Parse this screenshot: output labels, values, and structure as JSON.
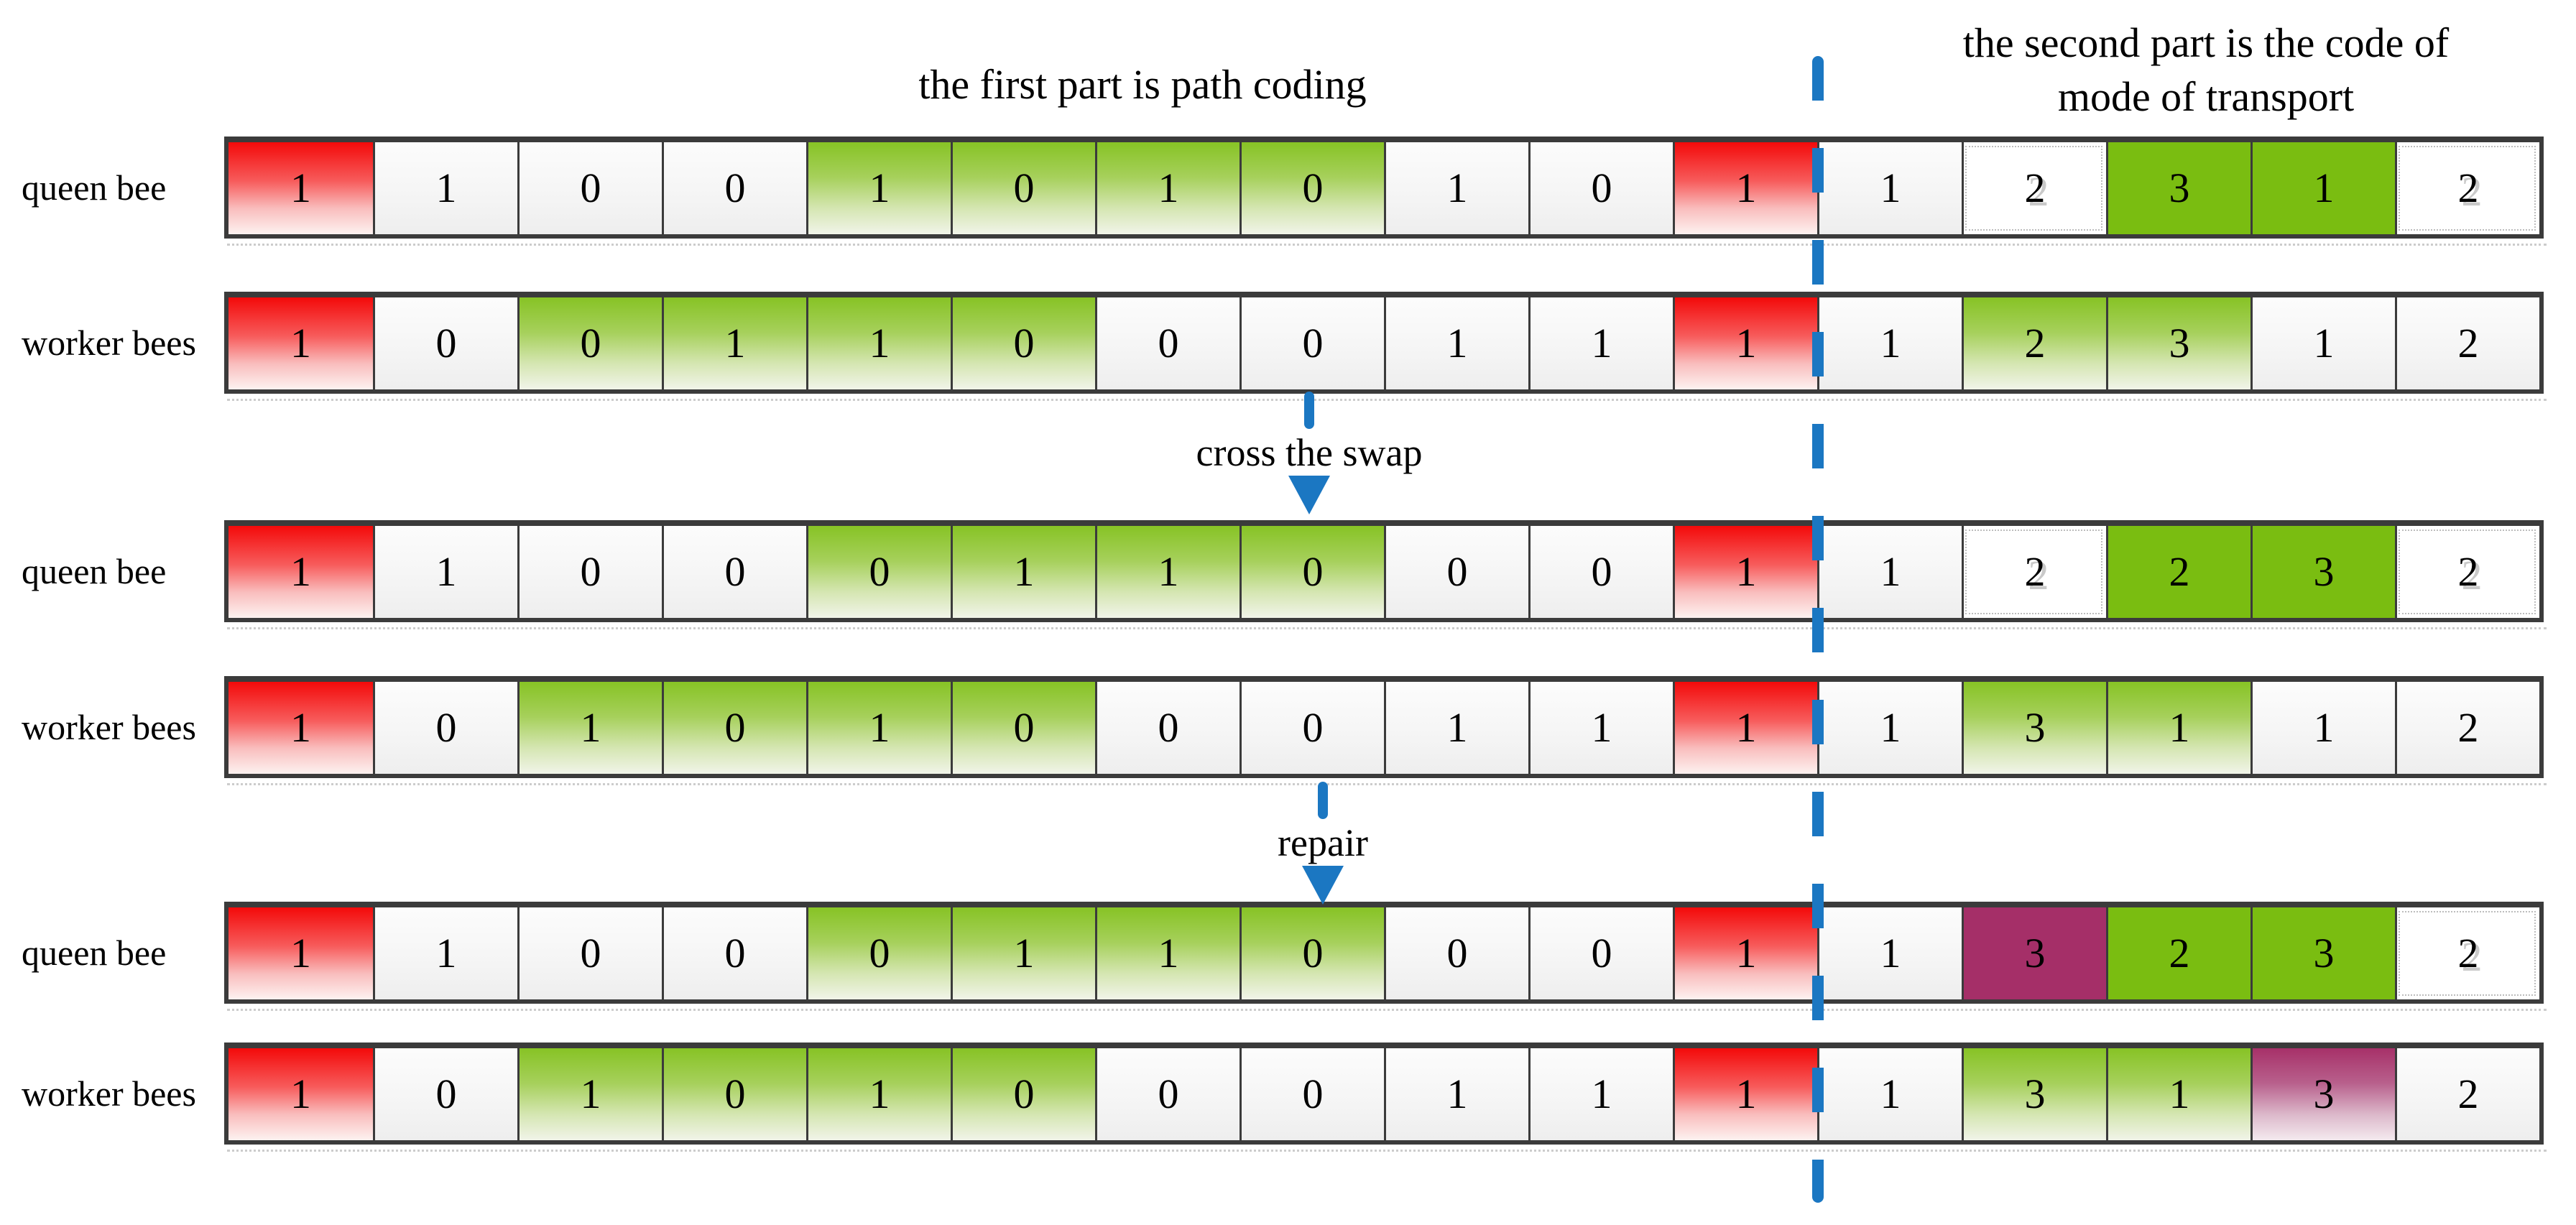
{
  "titles": {
    "first_part": "the first part is path coding",
    "second_part_line1": "the second part is the code of",
    "second_part_line2": "mode of transport"
  },
  "operations": {
    "cross_label": "cross the swap",
    "repair_label": "repair"
  },
  "colors": {
    "red_top": "#f30a0a",
    "green_top": "#87c325",
    "green_solid": "#7abd11",
    "purple_solid": "#a52f68",
    "purple_top": "#a73169",
    "divider_blue": "#1b77c2"
  },
  "rows": [
    {
      "label": "queen bee",
      "cells": [
        {
          "v": "1",
          "c": "red"
        },
        {
          "v": "1",
          "c": "white"
        },
        {
          "v": "0",
          "c": "white"
        },
        {
          "v": "0",
          "c": "white"
        },
        {
          "v": "1",
          "c": "green"
        },
        {
          "v": "0",
          "c": "green"
        },
        {
          "v": "1",
          "c": "green"
        },
        {
          "v": "0",
          "c": "green"
        },
        {
          "v": "1",
          "c": "white"
        },
        {
          "v": "0",
          "c": "white"
        },
        {
          "v": "1",
          "c": "red"
        },
        {
          "v": "1",
          "c": "white"
        },
        {
          "v": "2",
          "c": "plain"
        },
        {
          "v": "3",
          "c": "green-solid"
        },
        {
          "v": "1",
          "c": "green-solid"
        },
        {
          "v": "2",
          "c": "plain"
        }
      ]
    },
    {
      "label": "worker bees",
      "cells": [
        {
          "v": "1",
          "c": "red"
        },
        {
          "v": "0",
          "c": "white"
        },
        {
          "v": "0",
          "c": "green"
        },
        {
          "v": "1",
          "c": "green"
        },
        {
          "v": "1",
          "c": "green"
        },
        {
          "v": "0",
          "c": "green"
        },
        {
          "v": "0",
          "c": "white"
        },
        {
          "v": "0",
          "c": "white"
        },
        {
          "v": "1",
          "c": "white"
        },
        {
          "v": "1",
          "c": "white"
        },
        {
          "v": "1",
          "c": "red"
        },
        {
          "v": "1",
          "c": "white"
        },
        {
          "v": "2",
          "c": "green"
        },
        {
          "v": "3",
          "c": "green"
        },
        {
          "v": "1",
          "c": "white"
        },
        {
          "v": "2",
          "c": "white"
        }
      ]
    },
    {
      "label": "queen bee",
      "cells": [
        {
          "v": "1",
          "c": "red"
        },
        {
          "v": "1",
          "c": "white"
        },
        {
          "v": "0",
          "c": "white"
        },
        {
          "v": "0",
          "c": "white"
        },
        {
          "v": "0",
          "c": "green"
        },
        {
          "v": "1",
          "c": "green"
        },
        {
          "v": "1",
          "c": "green"
        },
        {
          "v": "0",
          "c": "green"
        },
        {
          "v": "0",
          "c": "white"
        },
        {
          "v": "0",
          "c": "white"
        },
        {
          "v": "1",
          "c": "red"
        },
        {
          "v": "1",
          "c": "white"
        },
        {
          "v": "2",
          "c": "plain"
        },
        {
          "v": "2",
          "c": "green-solid"
        },
        {
          "v": "3",
          "c": "green-solid"
        },
        {
          "v": "2",
          "c": "plain"
        }
      ]
    },
    {
      "label": "worker bees",
      "cells": [
        {
          "v": "1",
          "c": "red"
        },
        {
          "v": "0",
          "c": "white"
        },
        {
          "v": "1",
          "c": "green"
        },
        {
          "v": "0",
          "c": "green"
        },
        {
          "v": "1",
          "c": "green"
        },
        {
          "v": "0",
          "c": "green"
        },
        {
          "v": "0",
          "c": "white"
        },
        {
          "v": "0",
          "c": "white"
        },
        {
          "v": "1",
          "c": "white"
        },
        {
          "v": "1",
          "c": "white"
        },
        {
          "v": "1",
          "c": "red"
        },
        {
          "v": "1",
          "c": "white"
        },
        {
          "v": "3",
          "c": "green"
        },
        {
          "v": "1",
          "c": "green"
        },
        {
          "v": "1",
          "c": "white"
        },
        {
          "v": "2",
          "c": "white"
        }
      ]
    },
    {
      "label": "queen bee",
      "cells": [
        {
          "v": "1",
          "c": "red"
        },
        {
          "v": "1",
          "c": "white"
        },
        {
          "v": "0",
          "c": "white"
        },
        {
          "v": "0",
          "c": "white"
        },
        {
          "v": "0",
          "c": "green"
        },
        {
          "v": "1",
          "c": "green"
        },
        {
          "v": "1",
          "c": "green"
        },
        {
          "v": "0",
          "c": "green"
        },
        {
          "v": "0",
          "c": "white"
        },
        {
          "v": "0",
          "c": "white"
        },
        {
          "v": "1",
          "c": "red"
        },
        {
          "v": "1",
          "c": "white"
        },
        {
          "v": "3",
          "c": "purple"
        },
        {
          "v": "2",
          "c": "green-solid"
        },
        {
          "v": "3",
          "c": "green-solid"
        },
        {
          "v": "2",
          "c": "plain"
        }
      ]
    },
    {
      "label": "worker bees",
      "cells": [
        {
          "v": "1",
          "c": "red"
        },
        {
          "v": "0",
          "c": "white"
        },
        {
          "v": "1",
          "c": "green"
        },
        {
          "v": "0",
          "c": "green"
        },
        {
          "v": "1",
          "c": "green"
        },
        {
          "v": "0",
          "c": "green"
        },
        {
          "v": "0",
          "c": "white"
        },
        {
          "v": "0",
          "c": "white"
        },
        {
          "v": "1",
          "c": "white"
        },
        {
          "v": "1",
          "c": "white"
        },
        {
          "v": "1",
          "c": "red"
        },
        {
          "v": "1",
          "c": "white"
        },
        {
          "v": "3",
          "c": "green"
        },
        {
          "v": "1",
          "c": "green"
        },
        {
          "v": "3",
          "c": "purple-grad"
        },
        {
          "v": "2",
          "c": "white"
        }
      ]
    }
  ]
}
